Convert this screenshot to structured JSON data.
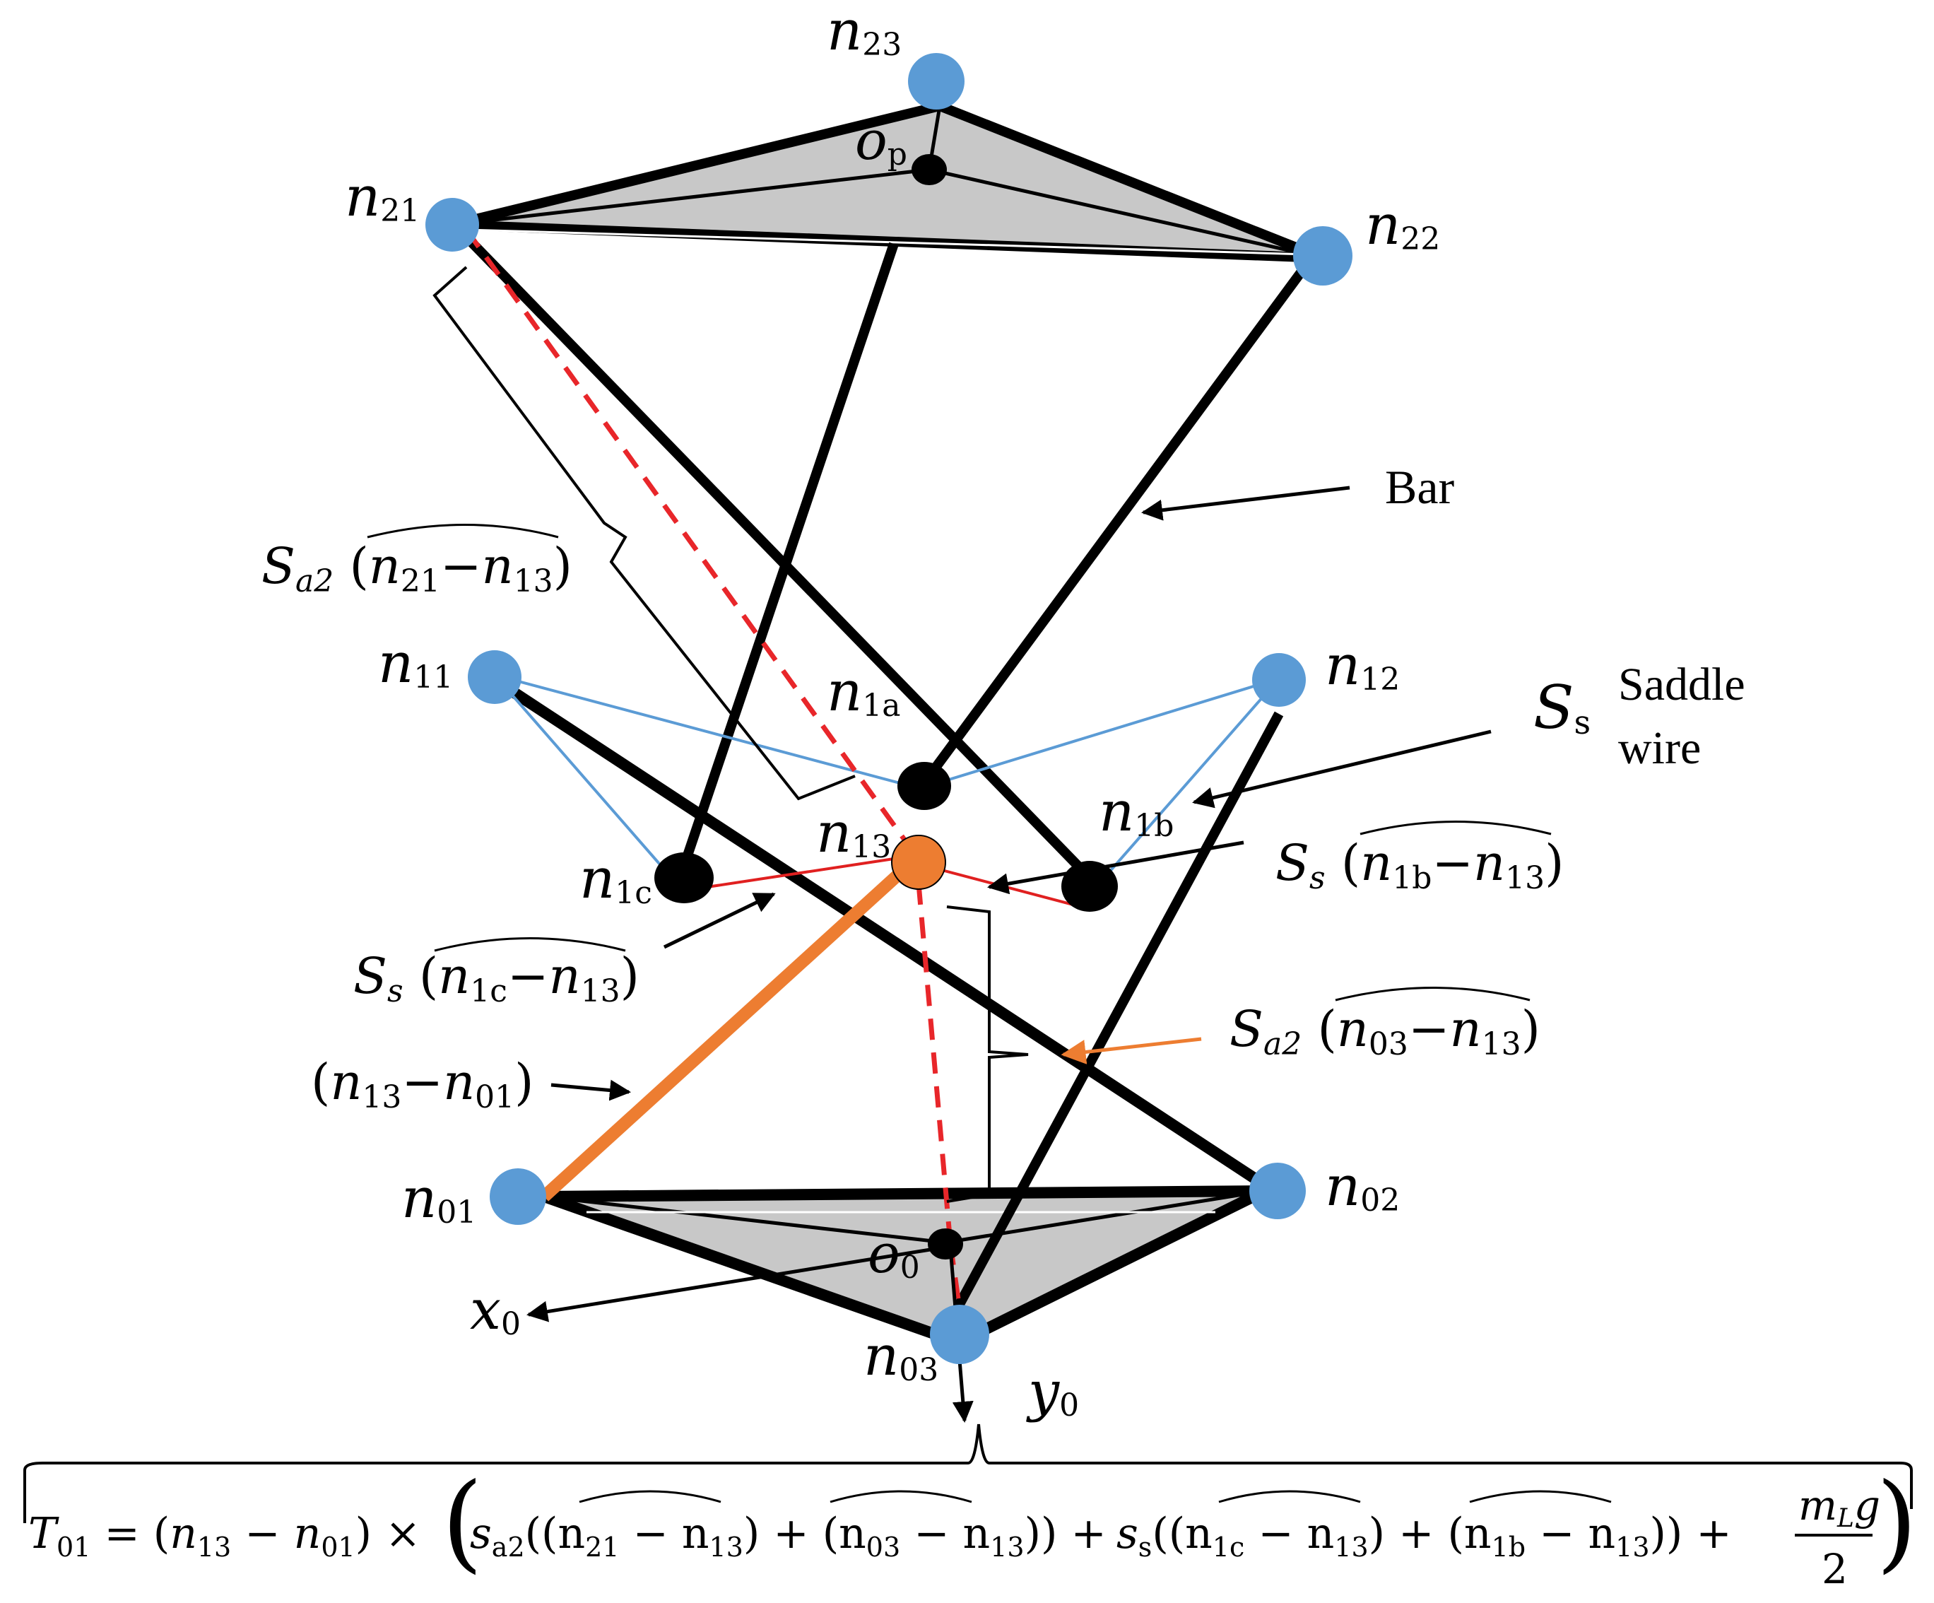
{
  "nodes": {
    "n23": {
      "main": "n",
      "sub": "23"
    },
    "n21": {
      "main": "n",
      "sub": "21"
    },
    "n22": {
      "main": "n",
      "sub": "22"
    },
    "n11": {
      "main": "n",
      "sub": "11"
    },
    "n12": {
      "main": "n",
      "sub": "12"
    },
    "n13": {
      "main": "n",
      "sub": "13"
    },
    "n1a": {
      "main": "n",
      "sub": "1a"
    },
    "n1b": {
      "main": "n",
      "sub": "1b"
    },
    "n1c": {
      "main": "n",
      "sub": "1c"
    },
    "n01": {
      "main": "n",
      "sub": "01"
    },
    "n02": {
      "main": "n",
      "sub": "02"
    },
    "n03": {
      "main": "n",
      "sub": "03"
    },
    "op": {
      "main": "o",
      "sub": "p"
    },
    "o0": {
      "main": "o",
      "sub": "0"
    },
    "x0": {
      "main": "x",
      "sub": "0"
    },
    "y0": {
      "main": "y",
      "sub": "0"
    }
  },
  "annotations": {
    "bar": "Bar",
    "saddle_symbol": {
      "main": "S",
      "sub": "s"
    },
    "saddle_line1": "Saddle",
    "saddle_line2": "wire",
    "sa2_upper": {
      "s": "S",
      "s_sub": "a2",
      "open": " (",
      "a": "n",
      "a_sub": "21",
      "minus": "−",
      "b": "n",
      "b_sub": "13",
      "close": ")"
    },
    "sa2_lower": {
      "s": "S",
      "s_sub": "a2",
      "open": " (",
      "a": "n",
      "a_sub": "03",
      "minus": "−",
      "b": "n",
      "b_sub": "13",
      "close": ")"
    },
    "ss_1b": {
      "s": "S",
      "s_sub": "s",
      "open": " (",
      "a": "n",
      "a_sub": "1b",
      "minus": "−",
      "b": "n",
      "b_sub": "13",
      "close": ")"
    },
    "ss_1c": {
      "s": "S",
      "s_sub": "s",
      "open": " (",
      "a": "n",
      "a_sub": "1c",
      "minus": "−",
      "b": "n",
      "b_sub": "13",
      "close": ")"
    },
    "n13_n01": {
      "open": "(",
      "a": "n",
      "a_sub": "13",
      "minus": "−",
      "b": "n",
      "b_sub": "01",
      "close": ")"
    }
  },
  "equation": {
    "lhs": "T",
    "lhs_sub": "01",
    "eq": " = (",
    "n13": "n",
    "n13_sub": "13",
    "minus1": " − ",
    "n01": "n",
    "n01_sub": "01",
    "times": ") ×",
    "sa2": "s",
    "sa2_sub": "a2",
    "term1": "((n",
    "term1_sub": "21",
    "term1b": " − n",
    "term1b_sub": "13",
    "plus1": ") + (n",
    "term2_sub": "03",
    "term2b": " − n",
    "term2b_sub": "13",
    "close1": "))",
    "plus2": " + ",
    "ss": "s",
    "ss_sub": "s",
    "term3": "((n",
    "term3_sub": "1c",
    "term3b": " − n",
    "term3b_sub": "13",
    "plus3": ") + (n",
    "term4_sub": "1b",
    "term4b": " − n",
    "term4b_sub": "13",
    "close2": "))",
    "plus4": " + ",
    "frac_num": "m",
    "frac_num_sub": "L",
    "frac_num_g": "g",
    "frac_den": "2"
  },
  "colors": {
    "node_blue": "#5b9bd5",
    "node_orange": "#ed7d31",
    "bar_black": "#000000",
    "wire_blue": "#5b9bd5",
    "dash_red": "#e8262a",
    "wire_red": "#e02020",
    "plate_gray": "#c8c8c8",
    "orange_arrow": "#ed7d31"
  }
}
